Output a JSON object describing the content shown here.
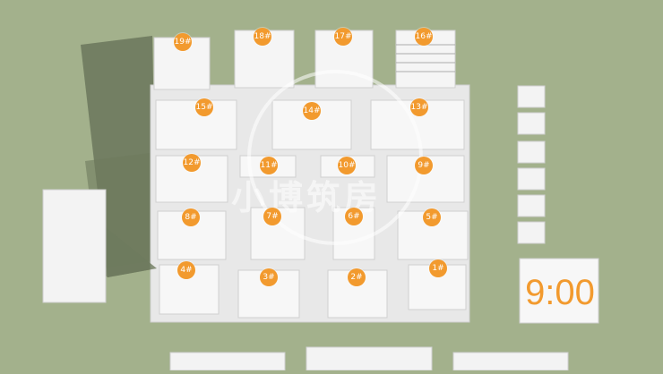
{
  "scene": {
    "ground_color": "#a3b18c",
    "shadow_color": "#6e7a5e",
    "building_color": "#f2f2f2",
    "label_color": "#f29a2e"
  },
  "building_labels": [
    "19#",
    "18#",
    "17#",
    "16#",
    "15#",
    "14#",
    "13#",
    "12#",
    "11#",
    "10#",
    "9#",
    "8#",
    "7#",
    "6#",
    "5#",
    "4#",
    "3#",
    "2#",
    "1#"
  ],
  "clock_text": "9:00",
  "watermark_text": "小博筑房"
}
